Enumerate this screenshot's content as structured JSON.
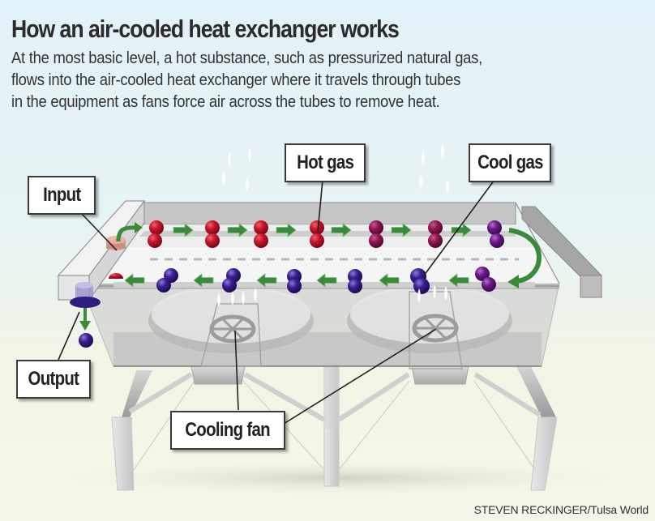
{
  "header": {
    "title": "How an air-cooled heat exchanger works",
    "description_lines": [
      "At the most basic level, a hot substance, such as pressurized natural gas,",
      "flows into the air-cooled heat exchanger where it travels through tubes",
      "in the equipment as fans force air across the tubes to remove heat."
    ]
  },
  "callouts": {
    "input": "Input",
    "hot_gas": "Hot gas",
    "cool_gas": "Cool gas",
    "output": "Output",
    "cooling_fan": "Cooling fan"
  },
  "credit": "STEVEN RECKINGER/Tulsa World",
  "colors": {
    "hot_particle": "#c0142a",
    "warm_particle": "#8a1450",
    "cooling_particle": "#6a1a80",
    "cool_particle": "#3a1d8a",
    "flow_arrow": "#3a8a3a",
    "frame_gray": "#a9a9a9",
    "label_border": "#3a3a3a"
  }
}
